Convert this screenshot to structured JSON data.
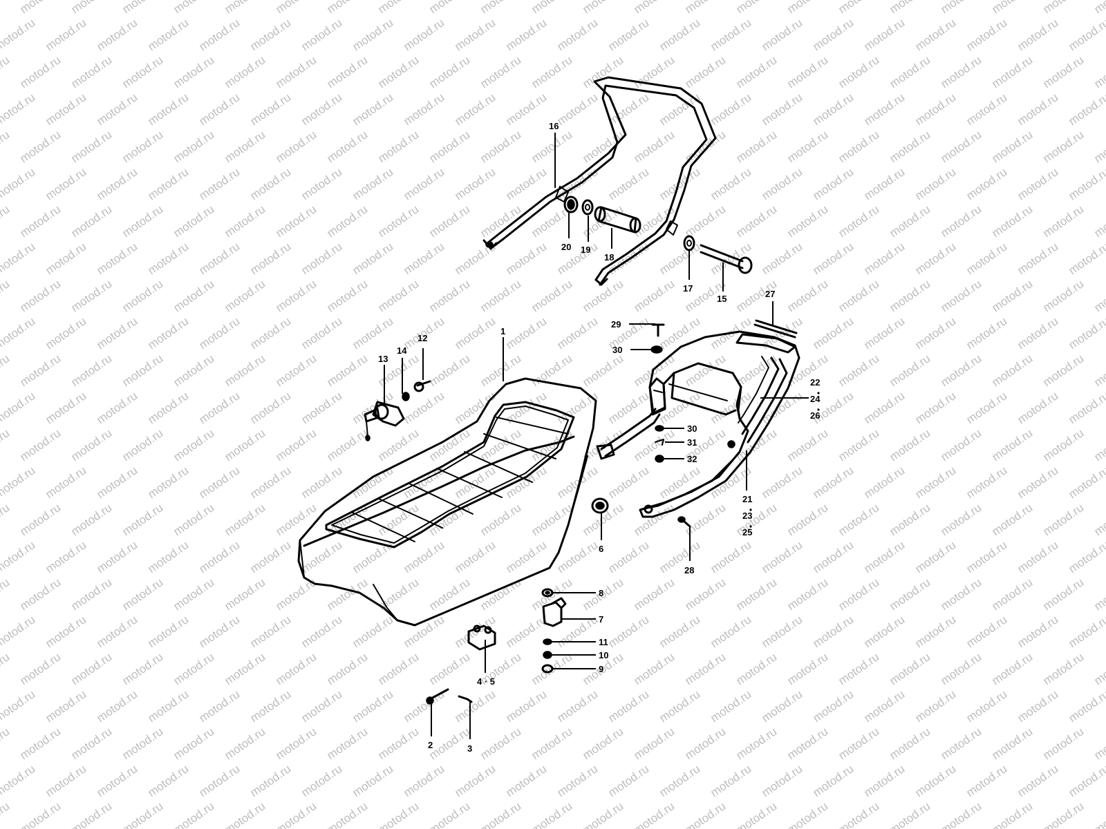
{
  "watermark": {
    "text": "motod.ru"
  },
  "callouts": [
    {
      "id": "c1",
      "text": "1"
    },
    {
      "id": "c2",
      "text": "2"
    },
    {
      "id": "c3",
      "text": "3"
    },
    {
      "id": "c4_5",
      "text": "4 · 5"
    },
    {
      "id": "c6",
      "text": "6"
    },
    {
      "id": "c7",
      "text": "7"
    },
    {
      "id": "c8",
      "text": "8"
    },
    {
      "id": "c9",
      "text": "9"
    },
    {
      "id": "c10",
      "text": "10"
    },
    {
      "id": "c11",
      "text": "11"
    },
    {
      "id": "c12",
      "text": "12"
    },
    {
      "id": "c13",
      "text": "13"
    },
    {
      "id": "c14",
      "text": "14"
    },
    {
      "id": "c15",
      "text": "15"
    },
    {
      "id": "c16",
      "text": "16"
    },
    {
      "id": "c17",
      "text": "17"
    },
    {
      "id": "c18",
      "text": "18"
    },
    {
      "id": "c19",
      "text": "19"
    },
    {
      "id": "c20",
      "text": "20"
    },
    {
      "id": "c21",
      "text": "21"
    },
    {
      "id": "c23",
      "text": "23"
    },
    {
      "id": "c25",
      "text": "25"
    },
    {
      "id": "c22",
      "text": "22"
    },
    {
      "id": "c24",
      "text": "24"
    },
    {
      "id": "c26",
      "text": "26"
    },
    {
      "id": "c27",
      "text": "27"
    },
    {
      "id": "c28",
      "text": "28"
    },
    {
      "id": "c29",
      "text": "29"
    },
    {
      "id": "c30a",
      "text": "30"
    },
    {
      "id": "c30b",
      "text": "30"
    },
    {
      "id": "c31",
      "text": "31"
    },
    {
      "id": "c32",
      "text": "32"
    }
  ]
}
